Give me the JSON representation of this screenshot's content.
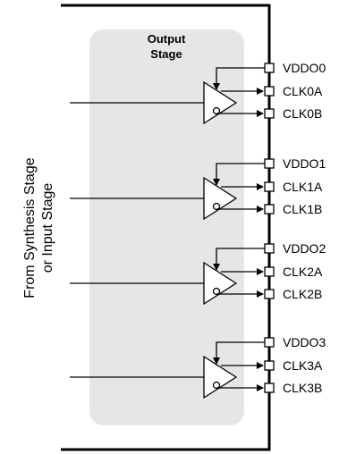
{
  "side_label": {
    "line1": "From Synthesis Stage",
    "line2": "or Input Stage"
  },
  "stage_title": {
    "line1": "Output",
    "line2": "Stage"
  },
  "outputs": [
    {
      "vddo": "VDDO0",
      "a": "CLK0A",
      "b": "CLK0B"
    },
    {
      "vddo": "VDDO1",
      "a": "CLK1A",
      "b": "CLK1B"
    },
    {
      "vddo": "VDDO2",
      "a": "CLK2A",
      "b": "CLK2B"
    },
    {
      "vddo": "VDDO3",
      "a": "CLK3A",
      "b": "CLK3B"
    }
  ],
  "colors": {
    "stage_fill": "#e6e6e6",
    "line": "#000000"
  }
}
